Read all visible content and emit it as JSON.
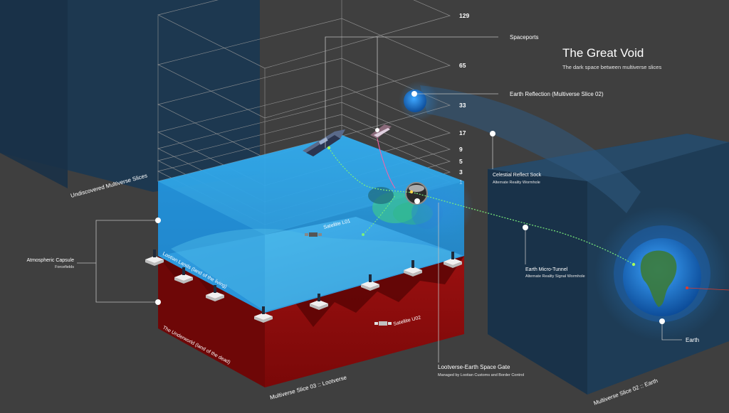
{
  "title": "The Great Void",
  "subtitle": "The dark space between multiverse slices",
  "colors": {
    "background": "#3f3f3f",
    "slice_blue": "#1d3a55",
    "water": "#29a3e8",
    "underworld": "#8e0d0d",
    "guide_line": "#bfbfbf",
    "tunnel": "#7cf07c"
  },
  "layer_numbers": [
    "129",
    "65",
    "33",
    "17",
    "9",
    "5",
    "3",
    "1"
  ],
  "labels": {
    "spaceports": "Spaceports",
    "earth_reflection": "Earth Reflection (Multiverse Slice 02)",
    "celestial_title": "Celestial Reflect Sock",
    "celestial_sub": "Alternate Reality Wormhole",
    "micro_tunnel_title": "Earth Micro-Tunnel",
    "micro_tunnel_sub": "Alternate Reality Signal Wormhole",
    "earth": "Earth",
    "atmospheric_title": "Atmospheric Capsule",
    "atmospheric_sub": "Forcefields",
    "gate_title": "Lootverse-Earth Space Gate",
    "gate_sub": "Managed by Lootian Customs and Border Control",
    "satellite_l01": "Satellite L01",
    "satellite_u02": "Satellite U02",
    "lootian_lands": "Lootian Lands (land of the living)",
    "underworld": "The Underworld (land of the dead)",
    "slice03": "Multiverse Slice 03 :: Lootverse",
    "slice02": "Multiverse Slice 02 :: Earth",
    "undiscovered": "Undiscovered Multiverse Slices"
  }
}
